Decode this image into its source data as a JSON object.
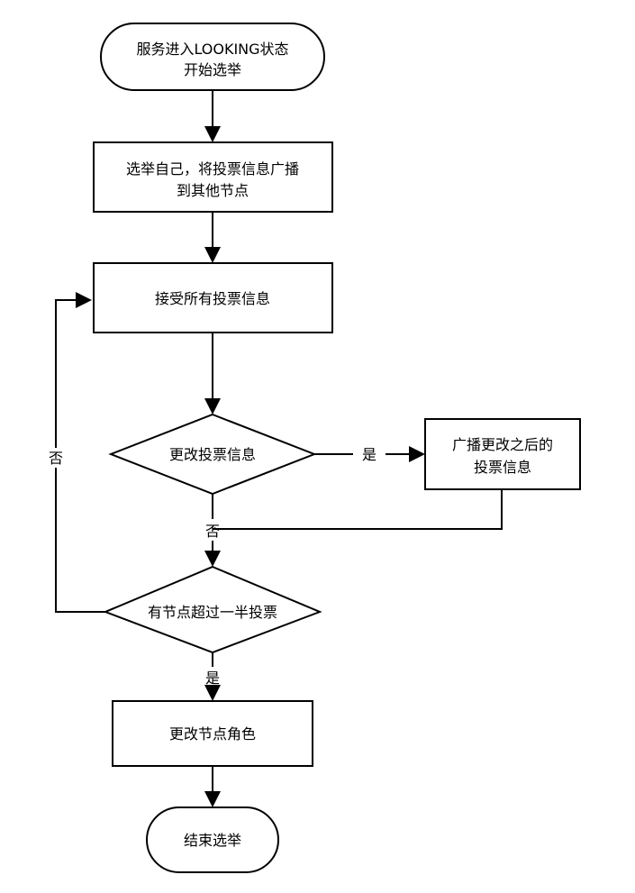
{
  "nodes": {
    "start": {
      "line1": "服务进入LOOKING状态",
      "line2": "开始选举"
    },
    "elect_self": {
      "line1": "选举自己，将投票信息广播",
      "line2": "到其他节点"
    },
    "receive_votes": {
      "label": "接受所有投票信息"
    },
    "change_vote": {
      "label": "更改投票信息"
    },
    "broadcast_changed": {
      "line1": "广播更改之后的",
      "line2": "投票信息"
    },
    "majority_check": {
      "label": "有节点超过一半投票"
    },
    "change_role": {
      "label": "更改节点角色"
    },
    "end": {
      "label": "结束选举"
    }
  },
  "edges": {
    "change_vote_yes": "是",
    "change_vote_no": "否",
    "majority_yes": "是",
    "majority_no": "否"
  }
}
